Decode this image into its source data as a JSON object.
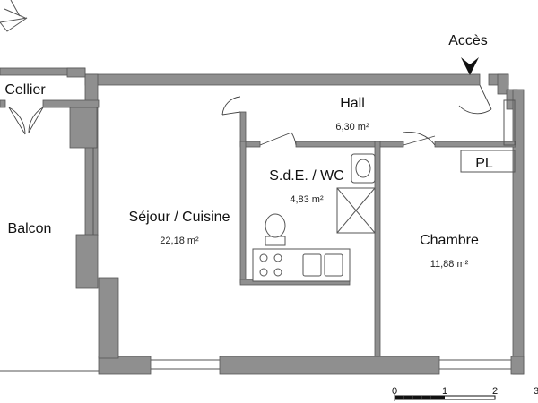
{
  "rooms": {
    "cellier": {
      "name": "Cellier"
    },
    "balcon": {
      "name": "Balcon"
    },
    "hall": {
      "name": "Hall",
      "area": "6,30 m²"
    },
    "sejour": {
      "name": "Séjour / Cuisine",
      "area": "22,18 m²"
    },
    "sde": {
      "name": "S.d.E. / WC",
      "area": "4,83 m²"
    },
    "chambre": {
      "name": "Chambre",
      "area": "11,88 m²"
    },
    "pl": {
      "name": "PL"
    }
  },
  "entrance": {
    "label": "Accès"
  },
  "scale": {
    "ticks": [
      "0",
      "1",
      "2",
      "3"
    ]
  },
  "colors": {
    "wall": "#8f8f8f",
    "line": "#555555",
    "text": "#111111"
  }
}
